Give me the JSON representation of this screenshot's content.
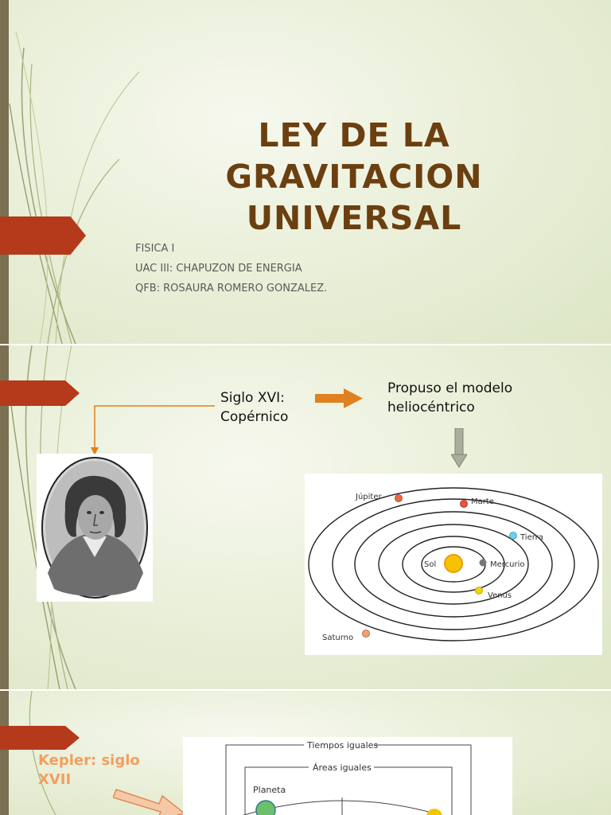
{
  "slide1": {
    "title_lines": [
      "LEY DE LA",
      "GRAVITACION",
      "UNIVERSAL"
    ],
    "subtitle_lines": [
      "FISICA I",
      "UAC III: CHAPUZON DE ENERGIA",
      "QFB: ROSAURA ROMERO GONZALEZ."
    ]
  },
  "slide2": {
    "siglo_label_lines": [
      "Siglo XVI:",
      "Copérnico"
    ],
    "proposal_lines": [
      "Propuso el modelo",
      "heliocéntrico"
    ],
    "solar_system": {
      "sun_label": "Sol",
      "planets": [
        "Mercurio",
        "Venus",
        "Tierra",
        "Marte",
        "Júpiter",
        "Saturno"
      ]
    }
  },
  "slide3": {
    "kepler_lines": [
      "Kepler: siglo",
      "XVII"
    ],
    "diagram": {
      "label_top": "Tiempos iguales",
      "label_mid": "Áreas iguales",
      "label_planet": "Planeta"
    }
  },
  "colors": {
    "title": "#6b3f10",
    "tab": "#b53a1c",
    "arrow_orange": "#e0801e",
    "kepler_text": "#f0a060",
    "left_bar": "#7a7052"
  }
}
